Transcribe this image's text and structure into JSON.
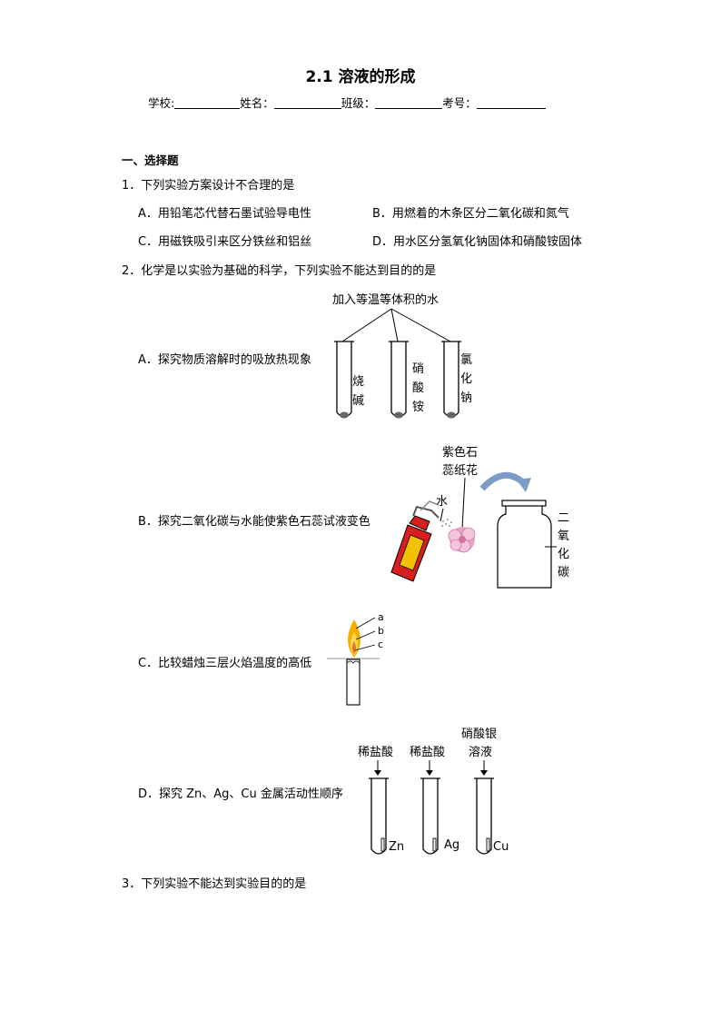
{
  "title": "2.1 溶液的形成",
  "info": {
    "school": "学校:",
    "name": "姓名：",
    "class": "班级：",
    "exam_no": "考号："
  },
  "section1": "一、选择题",
  "q1": {
    "stem": "1．下列实验方案设计不合理的是",
    "A": "A．用铅笔芯代替石墨试验导电性",
    "B": "B．用燃着的木条区分二氧化碳和氮气",
    "C": "C．用磁铁吸引来区分铁丝和铝丝",
    "D": "D．用水区分氢氧化钠固体和硝酸铵固体"
  },
  "q2": {
    "stem": "2．化学是以实验为基础的科学，下列实验不能达到目的的是",
    "A": "A．探究物质溶解时的吸放热现象",
    "B": "B．探究二氧化碳与水能使紫色石蕊试液变色",
    "C": "C．比较蜡烛三层火焰温度的高低",
    "D": "D．探究 Zn、Ag、Cu 金属活动性顺序",
    "figA": {
      "top": "加入等温等体积的水",
      "tube1": [
        "烧",
        "碱"
      ],
      "tube2": [
        "硝",
        "酸",
        "铵"
      ],
      "tube3": [
        "氯",
        "化",
        "钠"
      ]
    },
    "figB": {
      "flower": [
        "紫色石",
        "蕊纸花"
      ],
      "water": "水",
      "gas": [
        "二",
        "氧",
        "化",
        "碳"
      ]
    },
    "figC": {
      "a": "a",
      "b": "b",
      "c": "c"
    },
    "figD": {
      "acid1": "稀盐酸",
      "acid2": "稀盐酸",
      "silver": [
        "硝酸银",
        "溶液"
      ],
      "m1": "Zn",
      "m2": "Ag",
      "m3": "Cu"
    }
  },
  "q3": {
    "stem": "3．下列实验不能达到实验目的的是"
  }
}
